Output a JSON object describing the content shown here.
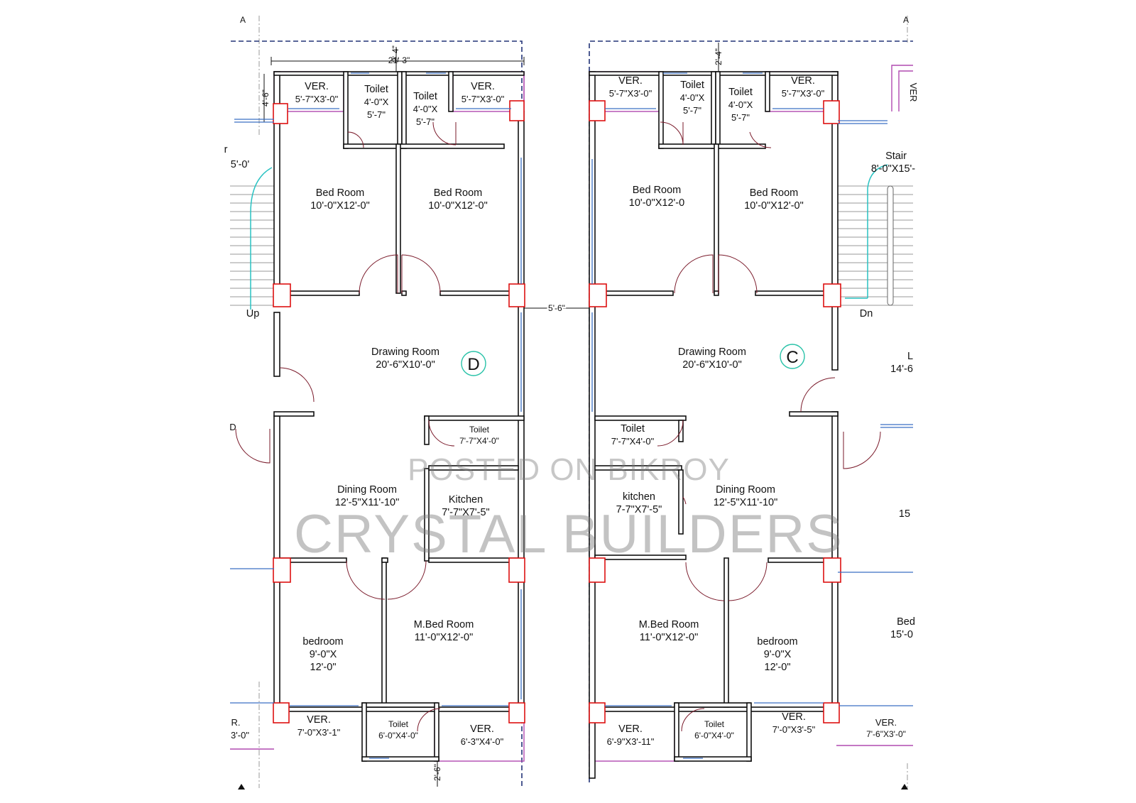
{
  "watermark": {
    "line1": "POSTED ON BIKROY",
    "line2": "CRYSTAL BUILDERS"
  },
  "units": {
    "D": {
      "tag": "D",
      "rooms": [
        {
          "name": "VER.",
          "size": "5'-7\"X3'-0\""
        },
        {
          "name": "Toilet",
          "size1": "4'-0\"X",
          "size2": "5'-7\""
        },
        {
          "name": "Toilet",
          "size1": "4'-0\"X",
          "size2": "5'-7\""
        },
        {
          "name": "VER.",
          "size": "5'-7\"X3'-0\""
        },
        {
          "name": "Bed Room",
          "size": "10'-0\"X12'-0\""
        },
        {
          "name": "Bed Room",
          "size": "10'-0\"X12'-0\""
        },
        {
          "name": "Drawing Room",
          "size": "20'-6\"X10'-0\""
        },
        {
          "name": "Toilet",
          "size": "7'-7\"X4'-0\""
        },
        {
          "name": "Dining Room",
          "size": "12'-5\"X11'-10\""
        },
        {
          "name": "Kitchen",
          "size": "7'-7\"X7'-5\""
        },
        {
          "name": "bedroom",
          "size1": "9'-0\"X",
          "size2": "12'-0\""
        },
        {
          "name": "M.Bed Room",
          "size": "11'-0\"X12'-0\""
        },
        {
          "name": "VER.",
          "size": "7'-0\"X3'-1\""
        },
        {
          "name": "Toilet",
          "size": "6'-0\"X4'-0\""
        },
        {
          "name": "VER.",
          "size": "6'-3\"X4'-0\""
        }
      ]
    },
    "C": {
      "tag": "C",
      "rooms": [
        {
          "name": "VER.",
          "size": "5'-7\"X3'-0\""
        },
        {
          "name": "Toilet",
          "size1": "4'-0\"X",
          "size2": "5'-7\""
        },
        {
          "name": "Toilet",
          "size1": "4'-0\"X",
          "size2": "5'-7\""
        },
        {
          "name": "VER.",
          "size": "5'-7\"X3'-0\""
        },
        {
          "name": "Bed Room",
          "size": "10'-0\"X12'-0"
        },
        {
          "name": "Bed Room",
          "size": "10'-0\"X12'-0\""
        },
        {
          "name": "Drawing Room",
          "size": "20'-6\"X10'-0\""
        },
        {
          "name": "Toilet",
          "size": "7'-7\"X4'-0\""
        },
        {
          "name": "kitchen",
          "size": "7-7\"X7'-5\""
        },
        {
          "name": "Dining Room",
          "size": "12'-5\"X11'-10\""
        },
        {
          "name": "M.Bed Room",
          "size": "11'-0\"X12'-0\""
        },
        {
          "name": "bedroom",
          "size1": "9'-0\"X",
          "size2": "12'-0\""
        },
        {
          "name": "VER.",
          "size": "6'-9\"X3'-11\""
        },
        {
          "name": "Toilet",
          "size": "6'-0\"X4'-0\""
        },
        {
          "name": "VER.",
          "size": "7'-0\"X3'-5\""
        }
      ]
    }
  },
  "dimensions": {
    "overall_width": "21'-3\"",
    "left_offset": "4'-6\"",
    "top_gap_d": "2'-4\"",
    "top_gap_c": "2'-4\"",
    "between_units": "5'-6\"",
    "bottom_gap": "2'-6\""
  },
  "stairs": {
    "left_size": "5'-0'",
    "left_prefix": "r",
    "left_dir": "Up",
    "right_name": "Stair",
    "right_size": "8'-0\"X15'-",
    "right_dir": "Dn"
  },
  "edge_fragments": {
    "left_ver_name": "R.",
    "left_ver_size": "3'-0\"",
    "left_d": "D",
    "right_ver_top": "VER",
    "right_l": "L",
    "right_l_size": "14'-6",
    "right_15": "15",
    "right_bed": "Bed",
    "right_bed_size": "15'-0",
    "right_ver_name": "VER.",
    "right_ver_size": "7'-6\"X3'-0\"",
    "axis_a": "A",
    "axis_a2": "A"
  }
}
